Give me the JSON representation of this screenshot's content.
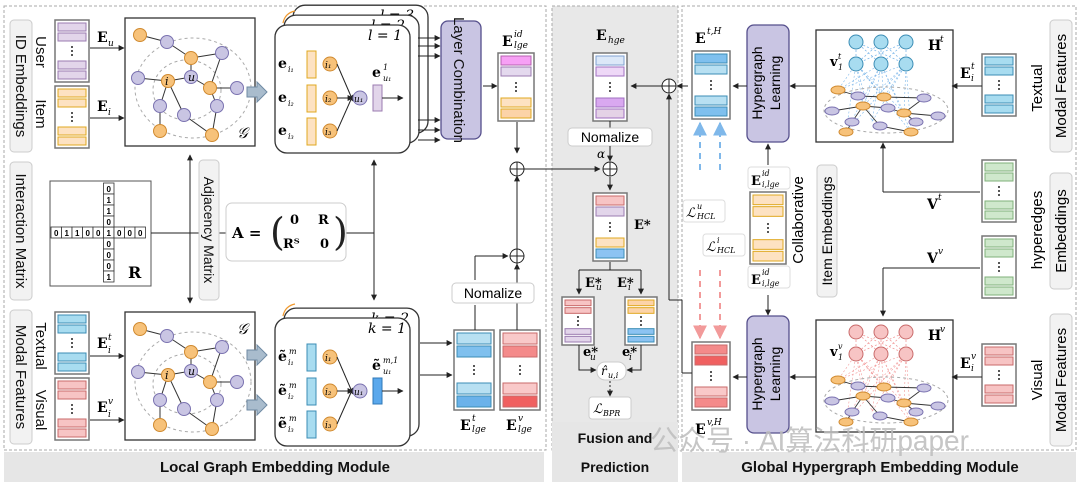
{
  "modules": {
    "local": {
      "label": "Local Graph Embedding Module"
    },
    "fusion": {
      "label_line1": "Fusion and",
      "label_line2": "Prediction"
    },
    "global": {
      "label": "Global Hypergraph Embedding Module"
    }
  },
  "side_labels": {
    "id_embeddings": "ID Embeddings",
    "user": "User",
    "item": "Item",
    "interaction_matrix": "Interaction Matrix",
    "modal_features_left": "Modal Features",
    "textual_left": "Textual",
    "visual_left": "Visual",
    "adjacency_matrix": "Adjacency Matrix",
    "collaborative": "Collaborative",
    "item_embeddings": "Item Embeddings",
    "textual_right": "Textual",
    "modal_features_right_top": "Modal Features",
    "hyperedges": "hyperedges",
    "embeddings": "Embeddings",
    "visual_right": "Visual",
    "modal_features_right_bottom": "Modal Features"
  },
  "math": {
    "E_u": "E",
    "E_u_sub": "u",
    "E_i": "E",
    "E_i_sub": "i",
    "graph_symbol": "𝒢",
    "node_u": "u",
    "node_i": "i",
    "layer_l3": "l = 3",
    "layer_l2": "l = 2",
    "layer_l1": "l = 1",
    "layer_k2": "k = 2",
    "layer_k1": "k = 1",
    "e_i1": "e",
    "e_i2": "e",
    "e_i3": "e",
    "sub_i1": "i₁",
    "sub_i2": "i₂",
    "sub_i3": "i₃",
    "e_u1_top": "e",
    "e_u1_top_sup": "1",
    "e_u1_top_sub": "u₁",
    "et_m": "ẽ",
    "sup_m": "m",
    "e_u1_bottom_sup": "m,1",
    "node_u1": "u₁",
    "node_i1": "i₁",
    "node_i2": "i₂",
    "node_i3": "i₃",
    "adjacency_formula_lhs": "A =",
    "matrix_a11": "0",
    "matrix_a12": "R",
    "matrix_a21": "Rᵀ",
    "matrix_a22": "0",
    "R_label": "R",
    "layer_combination": "Layer Combination",
    "E_lge_id": "E",
    "E_lge_id_sup": "id",
    "E_lge_sub": "lge",
    "E_lge_t_sup": "t",
    "E_lge_v_sup": "v",
    "E_hge": "E",
    "E_hge_sub": "hge",
    "normalize": "Nomalize",
    "alpha": "α",
    "E_star": "E*",
    "E_u_star": "E*",
    "E_u_star_sub": "u",
    "E_i_star_sub": "i",
    "e_u_star": "e*",
    "e_i_star_sub_u": "u",
    "e_i_star_sub_i": "i",
    "r_hat": "r̂",
    "r_hat_sub": "u,i",
    "L_BPR": "ℒ",
    "L_BPR_sub": "BPR",
    "E_tH": "E",
    "E_tH_sup": "t,H",
    "E_vH_sup": "v,H",
    "hypergraph_learning_1": "Hypergraph",
    "hypergraph_learning_2": "Learning",
    "E_i_lge_id_sub": "i,lge",
    "L_HCL": "ℒ",
    "L_HCL_u_sup": "u",
    "L_HCL_i_sup": "i",
    "L_HCL_sub": "HCL",
    "H_t": "H",
    "H_t_sup": "t",
    "H_v_sup": "v",
    "v1": "v",
    "v1_sub": "1",
    "V_t": "V",
    "V_t_sup": "t",
    "V_v_sup": "v",
    "E_i_t_sup": "t",
    "E_i_v_sup": "v"
  },
  "interaction_matrix": {
    "row": [
      "0",
      "1",
      "1",
      "0",
      "0",
      "1",
      "0",
      "0",
      "0"
    ],
    "col_top": [
      "0",
      "1",
      "1",
      "0"
    ],
    "col_bottom": [
      "0",
      "0",
      "0",
      "1"
    ]
  },
  "watermark": "公众号 · AI算法科研paper",
  "colors": {
    "user_purple": "#e2d5ea",
    "item_orange": "#fde2c2",
    "textual_blue": "#a8dcf0",
    "visual_red": "#f7c4c4",
    "hyperedge_green": "#cfe8cc",
    "node_orange": "#f7c27a",
    "node_purple": "#c9c5e3",
    "purple_box": "#c9c5e3",
    "module_gray": "#e6e6e6"
  }
}
